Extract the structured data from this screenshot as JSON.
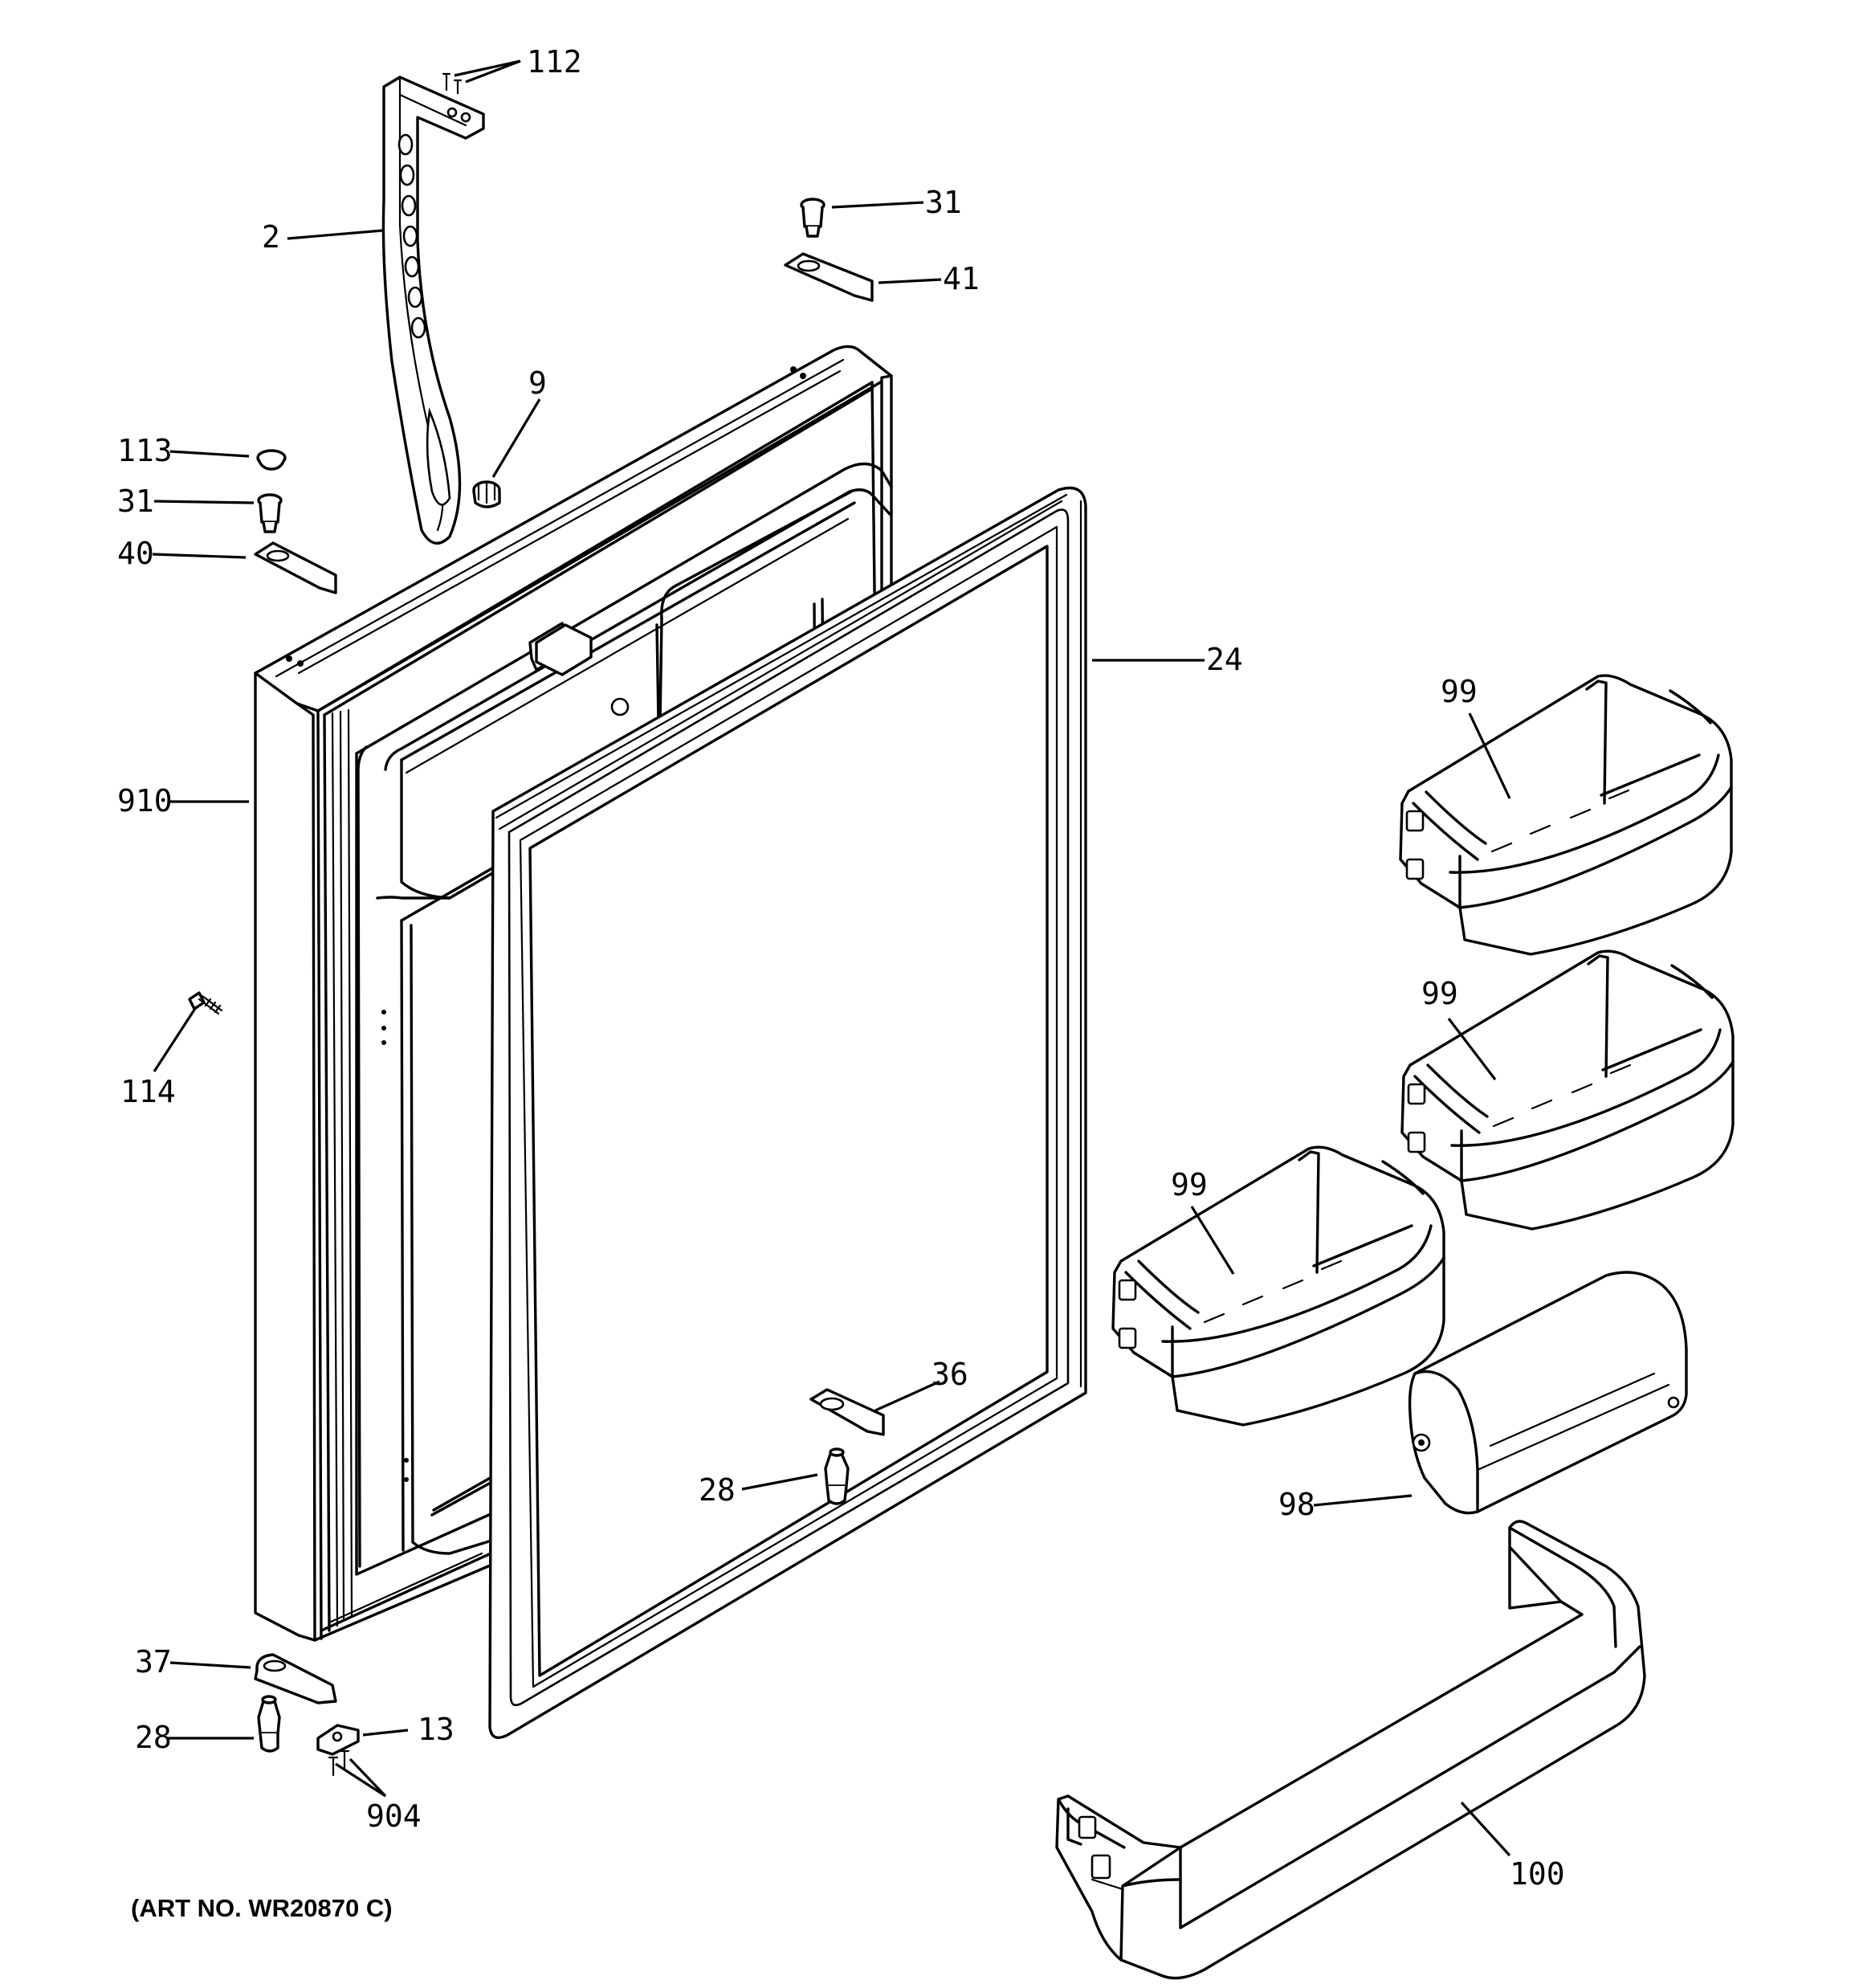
{
  "art_number": "(ART NO. WR20870 C)",
  "callouts": {
    "c112": "112",
    "c2": "2",
    "c31_top": "31",
    "c41": "41",
    "c9": "9",
    "c113": "113",
    "c31_left": "31",
    "c40": "40",
    "c24": "24",
    "c99_a": "99",
    "c910": "910",
    "c99_b": "99",
    "c114": "114",
    "c99_c": "99",
    "c36": "36",
    "c28_center": "28",
    "c98": "98",
    "c37": "37",
    "c28_left": "28",
    "c13": "13",
    "c904": "904",
    "c100": "100"
  }
}
